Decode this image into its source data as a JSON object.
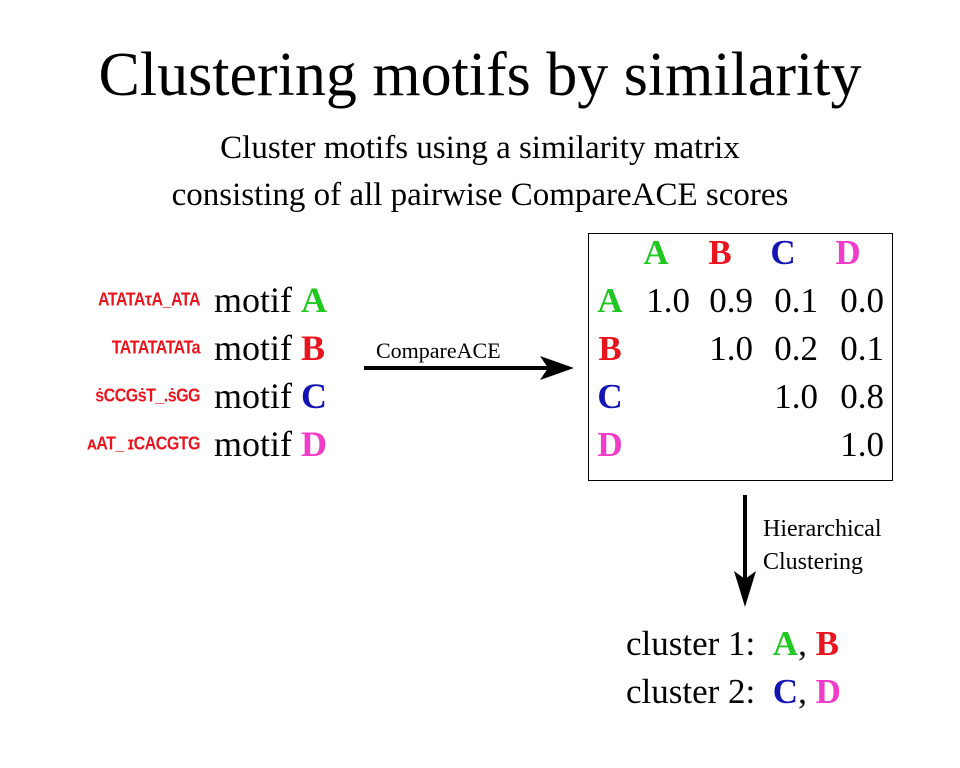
{
  "title": "Clustering motifs by similarity",
  "subtitle_lines": [
    "Cluster motifs using a similarity matrix",
    "consisting of all pairwise CompareACE scores"
  ],
  "colors": {
    "A": "#1ec81e",
    "B": "#e8141e",
    "C": "#1414b4",
    "D": "#f03cc8",
    "logo": "#e8141e"
  },
  "motifs": [
    {
      "logo_sequence": "ATATAτA_ATA",
      "label": "motif",
      "letter": "A"
    },
    {
      "logo_sequence": "TATATATATa",
      "label": "motif",
      "letter": "B"
    },
    {
      "logo_sequence": "ṡCCGṡT_.ṡGG",
      "label": "motif",
      "letter": "C"
    },
    {
      "logo_sequence": "ᴀAT_ ɪCACGTG",
      "label": "motif",
      "letter": "D"
    }
  ],
  "compare_arrow": {
    "label": "CompareACE"
  },
  "matrix": {
    "columns": [
      "A",
      "B",
      "C",
      "D"
    ],
    "rows": [
      {
        "label": "A",
        "values": [
          "1.0",
          "0.9",
          "0.1",
          "0.0"
        ]
      },
      {
        "label": "B",
        "values": [
          "",
          "1.0",
          "0.2",
          "0.1"
        ]
      },
      {
        "label": "C",
        "values": [
          "",
          "",
          "1.0",
          "0.8"
        ]
      },
      {
        "label": "D",
        "values": [
          "",
          "",
          "",
          "1.0"
        ]
      }
    ]
  },
  "clustering_arrow": {
    "label_lines": [
      "Hierarchical",
      "Clustering"
    ]
  },
  "clusters": [
    {
      "label": "cluster 1:",
      "members": [
        "A",
        "B"
      ],
      "separator": ","
    },
    {
      "label": "cluster 2:",
      "members": [
        "C",
        "D"
      ],
      "separator": ","
    }
  ]
}
